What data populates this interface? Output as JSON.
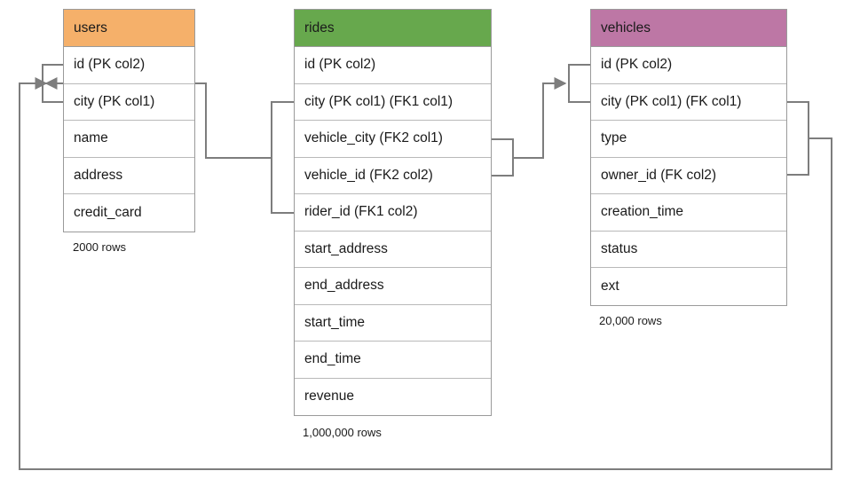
{
  "diagram": {
    "title": "database schema relationships",
    "background": "#ffffff",
    "line_color": "#7d7d7d"
  },
  "tables": [
    {
      "id": "users",
      "name": "users",
      "header_color": "#f5b06a",
      "row_count_label": "2000 rows",
      "columns": [
        {
          "label": "id (PK col2)"
        },
        {
          "label": "city (PK col1)"
        },
        {
          "label": "name"
        },
        {
          "label": "address"
        },
        {
          "label": "credit_card"
        }
      ]
    },
    {
      "id": "rides",
      "name": "rides",
      "header_color": "#67a84d",
      "row_count_label": "1,000,000 rows",
      "columns": [
        {
          "label": "id (PK col2)"
        },
        {
          "label": "city (PK col1) (FK1 col1)"
        },
        {
          "label": "vehicle_city (FK2 col1)"
        },
        {
          "label": "vehicle_id (FK2 col2)"
        },
        {
          "label": "rider_id (FK1 col2)"
        },
        {
          "label": "start_address"
        },
        {
          "label": "end_address"
        },
        {
          "label": "start_time"
        },
        {
          "label": "end_time"
        },
        {
          "label": "revenue"
        }
      ]
    },
    {
      "id": "vehicles",
      "name": "vehicles",
      "header_color": "#bd77a5",
      "row_count_label": "20,000 rows",
      "columns": [
        {
          "label": "id (PK col2)"
        },
        {
          "label": "city (PK col1) (FK col1)"
        },
        {
          "label": "type"
        },
        {
          "label": "owner_id (FK col2)"
        },
        {
          "label": "creation_time"
        },
        {
          "label": "status"
        },
        {
          "label": "ext"
        }
      ]
    }
  ],
  "relationships": [
    {
      "id": "fk1-rides-to-users",
      "from_table": "rides",
      "from_columns": [
        "city (PK col1) (FK1 col1)",
        "rider_id (FK1 col2)"
      ],
      "to_table": "users",
      "to_columns": [
        "id (PK col2)",
        "city (PK col1)"
      ]
    },
    {
      "id": "fk2-rides-to-vehicles",
      "from_table": "rides",
      "from_columns": [
        "vehicle_city (FK2 col1)",
        "vehicle_id (FK2 col2)"
      ],
      "to_table": "vehicles",
      "to_columns": [
        "id (PK col2)",
        "city (PK col1) (FK col1)"
      ]
    },
    {
      "id": "fk-vehicles-to-users",
      "from_table": "vehicles",
      "from_columns": [
        "city (PK col1) (FK col1)",
        "owner_id (FK col2)"
      ],
      "to_table": "users",
      "to_columns": [
        "id (PK col2)",
        "city (PK col1)"
      ]
    }
  ]
}
